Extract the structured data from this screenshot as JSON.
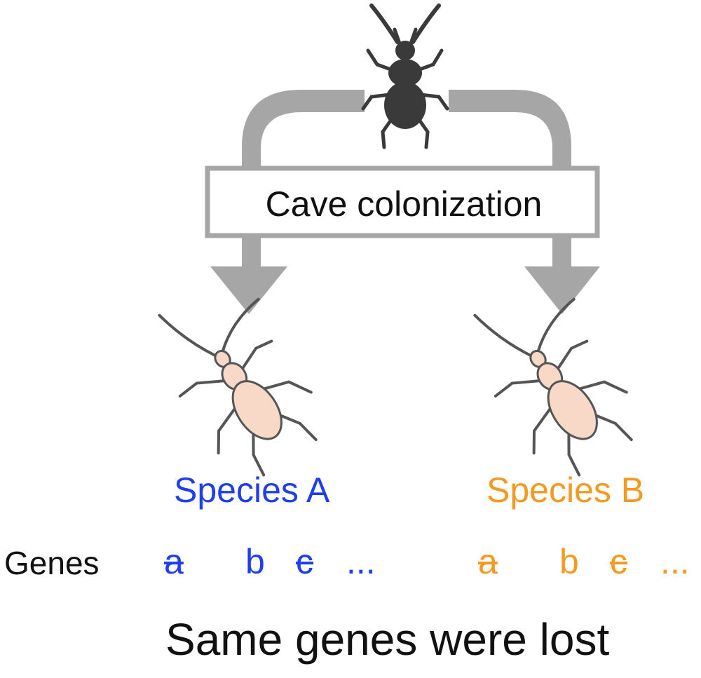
{
  "process_label": "Cave colonization",
  "species": [
    {
      "name": "Species A",
      "color": "#1e3ef0",
      "genes": [
        {
          "symbol": "a",
          "lost": true
        },
        {
          "symbol": "b",
          "lost": false
        },
        {
          "symbol": "c",
          "lost": true
        }
      ],
      "ellipsis": "..."
    },
    {
      "name": "Species B",
      "color": "#f29a22",
      "genes": [
        {
          "symbol": "a",
          "lost": true
        },
        {
          "symbol": "b",
          "lost": false
        },
        {
          "symbol": "c",
          "lost": true
        }
      ],
      "ellipsis": "..."
    }
  ],
  "genes_row_label": "Genes",
  "conclusion": "Same genes were lost",
  "colors": {
    "arrow": "#a6a6a6",
    "ancestor_beetle": "#3a3a3a",
    "cave_beetle_body": "#f8d9c8",
    "cave_beetle_outline": "#555555",
    "text": "#111111"
  },
  "icons": {
    "ancestor": "ancestor-beetle-icon",
    "cave_species": "cave-beetle-icon"
  }
}
